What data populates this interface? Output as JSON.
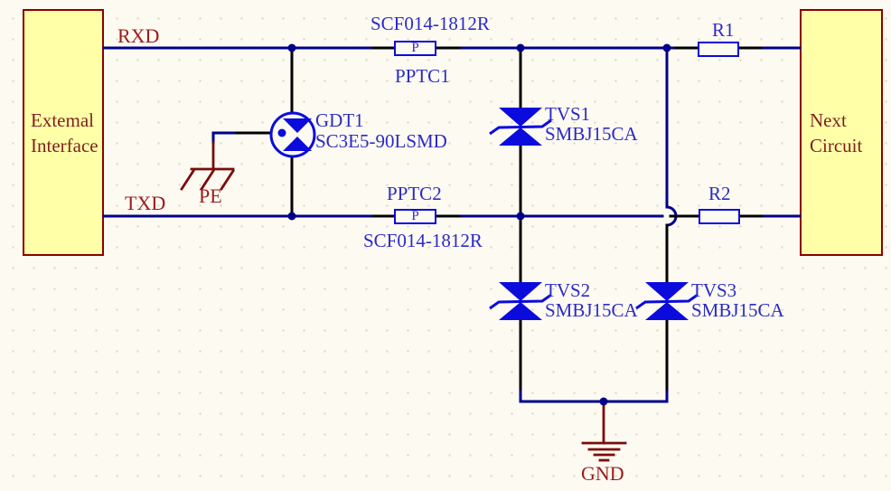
{
  "canvas": {
    "background": "#FDFAF1",
    "grid_color": "#DED9CC"
  },
  "blocks": {
    "fill": "#FFFFA8",
    "border": "#8B0000",
    "text_color": "#7D1F1F",
    "external": {
      "line1": "Extemal",
      "line2": "Interface"
    },
    "next": {
      "line1": "Next",
      "line2": "Circuit"
    }
  },
  "net_labels": {
    "color": "#9B1B1B",
    "rxd": "RXD",
    "txd": "TXD",
    "pe": "PE",
    "gnd": "GND"
  },
  "components": {
    "gdt1": {
      "ref": "GDT1",
      "value": "SC3E5-90LSMD"
    },
    "pptc1": {
      "ref": "PPTC1",
      "value": "SCF014-1812R",
      "marking": "P"
    },
    "pptc2": {
      "ref": "PPTC2",
      "value": "SCF014-1812R",
      "marking": "P"
    },
    "tvs1": {
      "ref": "TVS1",
      "value": "SMBJ15CA"
    },
    "tvs2": {
      "ref": "TVS2",
      "value": "SMBJ15CA"
    },
    "tvs3": {
      "ref": "TVS3",
      "value": "SMBJ15CA"
    },
    "r1": {
      "ref": "R1"
    },
    "r2": {
      "ref": "R2"
    }
  },
  "colors": {
    "wire_blue": "#00008B",
    "pin_black": "#000000",
    "symbol_blue": "#0B0BDD",
    "designator_blue": "#2B2BC8",
    "maroon_symbol": "#7A0C0C"
  }
}
